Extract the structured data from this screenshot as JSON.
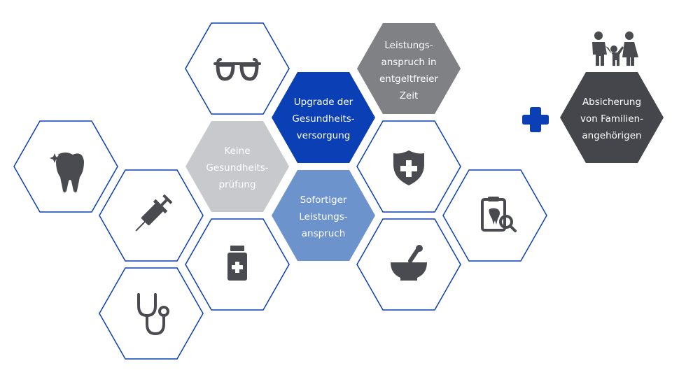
{
  "colors": {
    "outline": "#0a3fb5",
    "upgrade": "#0a3fb5",
    "leistung": "#808184",
    "keine": "#c8c9cc",
    "sofort": "#6c93cc",
    "familie": "#45464b",
    "icon": "#4a4b50",
    "plus": "#0a3fb5"
  },
  "hexes": {
    "upgrade": {
      "lines": [
        "Upgrade der",
        "Gesundheits-",
        "versorgung"
      ]
    },
    "leistung": {
      "lines": [
        "Leistungs-",
        "anspruch in",
        "entgeltfreier",
        "Zeit"
      ]
    },
    "keine": {
      "lines": [
        "Keine",
        "Gesundheits-",
        "prüfung"
      ]
    },
    "sofort": {
      "lines": [
        "Sofortiger",
        "Leistungs-",
        "anspruch"
      ]
    },
    "familie": {
      "lines": [
        "Absicherung",
        "von Familien-",
        "angehörigen"
      ]
    }
  },
  "icons": [
    "glasses-icon",
    "tooth-icon",
    "syringe-icon",
    "medicine-bottle-icon",
    "stethoscope-icon",
    "shield-cross-icon",
    "mortar-pestle-icon",
    "dental-clipboard-icon",
    "family-icon",
    "plus-icon"
  ]
}
